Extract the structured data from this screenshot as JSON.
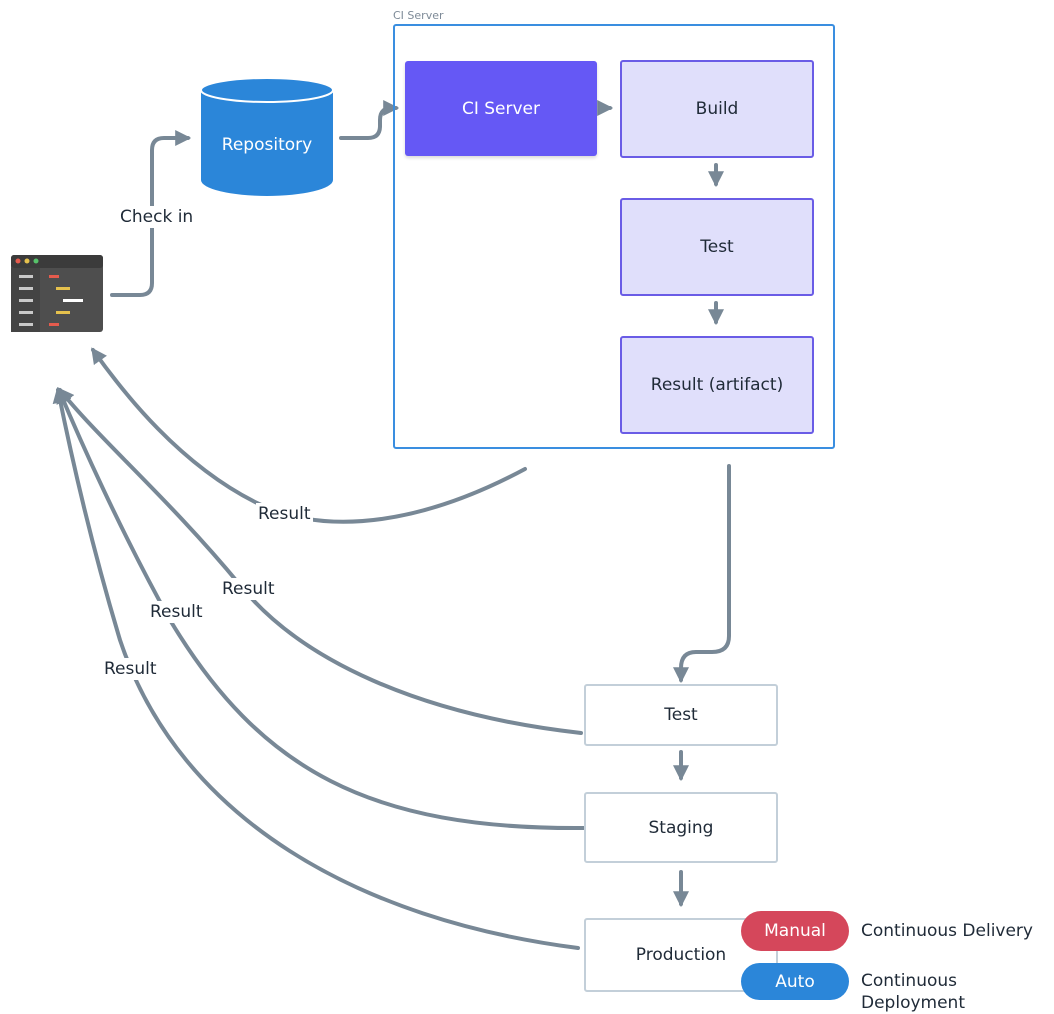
{
  "group": {
    "label": "CI Server"
  },
  "repository": {
    "label": "Repository"
  },
  "ci": {
    "main": "CI Server",
    "build": "Build",
    "test": "Test",
    "result": "Result (artifact)"
  },
  "environments": {
    "test": "Test",
    "staging": "Staging",
    "production": "Production"
  },
  "edges": {
    "check_in": "Check in",
    "result_1": "Result",
    "result_2": "Result",
    "result_3": "Result",
    "result_4": "Result"
  },
  "legend": {
    "manual_badge": "Manual",
    "manual_text": "Continuous Delivery",
    "auto_badge": "Auto",
    "auto_text": "Continuous Deployment"
  },
  "colors": {
    "ci_primary": "#6558f5",
    "ci_step_fill": "#e0dffb",
    "repository": "#2b86d9",
    "connector": "#788896",
    "manual": "#d5475b",
    "auto": "#2b86d9"
  },
  "icons": {
    "developer": "code-editor-icon",
    "repository": "database-icon"
  }
}
